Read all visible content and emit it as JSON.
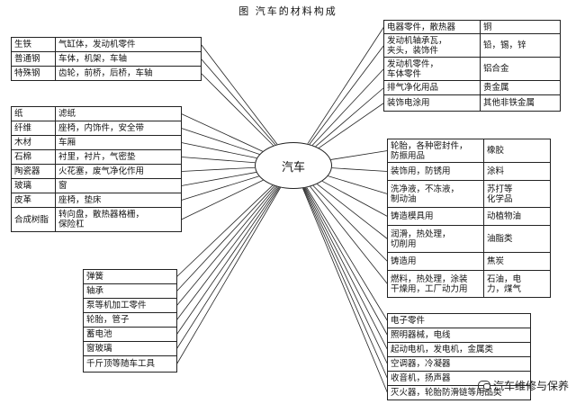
{
  "title": "图   汽车的材料构成",
  "center_label": "汽车",
  "watermark": "汽车维修与保养",
  "groups": {
    "left_metals": [
      {
        "material": "生铁",
        "uses": "气缸体，发动机零件"
      },
      {
        "material": "普通钢",
        "uses": "车体，机架，车轴"
      },
      {
        "material": "特殊钢",
        "uses": "齿轮，前桥，后桥，车轴"
      }
    ],
    "left_nonmetals": [
      {
        "material": "纸",
        "uses": "滤纸"
      },
      {
        "material": "纤维",
        "uses": "座椅，内饰件，安全带"
      },
      {
        "material": "木材",
        "uses": "车厢"
      },
      {
        "material": "石棉",
        "uses": "衬里，衬片，气密垫"
      },
      {
        "material": "陶瓷器",
        "uses": "火花塞，废气净化作用"
      },
      {
        "material": "玻璃",
        "uses": "窗"
      },
      {
        "material": "皮革",
        "uses": "座椅，垫床"
      },
      {
        "material": "合成树脂",
        "uses": "转向盘，散热器格栅，\n保险杠"
      }
    ],
    "bottom_left_parts": [
      "弹簧",
      "轴承",
      "泵等机加工零件",
      "轮胎，管子",
      "蓄电池",
      "窗玻璃",
      "千斤顶等随车工具"
    ],
    "right_metals": [
      {
        "uses": "电器零件，散热器",
        "material": "铜"
      },
      {
        "uses": "发动机轴承瓦，\n夹头，装饰件",
        "material": "铅，锡，锌"
      },
      {
        "uses": "发动机零件，\n车体零件",
        "material": "铝合金"
      },
      {
        "uses": "排气净化用品",
        "material": "贵金属"
      },
      {
        "uses": "装饰电涂用",
        "material": "其他非铁金属"
      }
    ],
    "right_chemicals": [
      {
        "uses": "轮胎，各种密封件，\n防振用品",
        "material": "橡胶"
      },
      {
        "uses": "装饰用，防锈用",
        "material": "涂料"
      },
      {
        "uses": "洗净液，不冻液，\n制动油",
        "material": "苏打等\n化学品"
      },
      {
        "uses": "铸造模具用",
        "material": "动植物油"
      },
      {
        "uses": "润滑，热处理，\n切削用",
        "material": "油脂类"
      },
      {
        "uses": "铸造用",
        "material": "焦炭"
      },
      {
        "uses": "燃料，热处理，涂装\n干燥用，工厂动力用",
        "material": "石油，电\n力，煤气"
      }
    ],
    "right_electrical": [
      "电子零件",
      "照明器械，电线",
      "起动电机，发电机，金属类",
      "空调器，冷凝器",
      "收音机，扬声器",
      "灭火器，轮胎防滑链等用品类"
    ]
  }
}
